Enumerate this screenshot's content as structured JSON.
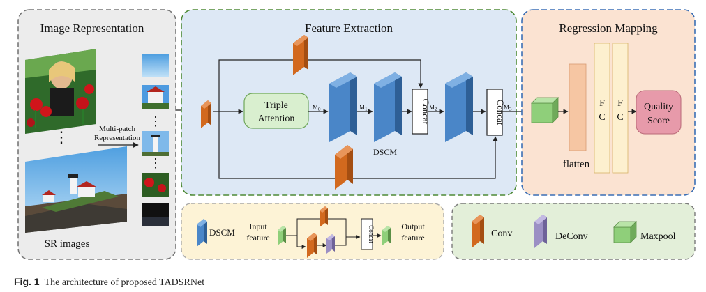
{
  "panels": {
    "image_representation": "Image Representation",
    "feature_extraction": "Feature Extraction",
    "regression_mapping": "Regression Mapping"
  },
  "image_panel": {
    "sr_images_label": "SR images",
    "multipatch_label_line1": "Multi-patch",
    "multipatch_label_line2": "Representation",
    "ellipsis": "⋮"
  },
  "feature_panel": {
    "triple_attention_line1": "Triple",
    "triple_attention_line2": "Attention",
    "dscm_label": "DSCM",
    "concat_label": "Concat",
    "m0": "M",
    "m0_sub": "0",
    "m1": "M",
    "m1_sub": "1",
    "m2": "M",
    "m2_sub": "2",
    "m3": "M",
    "m3_sub": "3"
  },
  "regression_panel": {
    "flatten_label": "flatten",
    "fc_line1": "F",
    "fc_line2": "C",
    "quality_score_line1": "Quality",
    "quality_score_line2": "Score"
  },
  "dscm_panel": {
    "dscm_label": "DSCM",
    "input_line1": "Input",
    "input_line2": "feature",
    "concat_label": "Concat",
    "output_line1": "Output",
    "output_line2": "feature"
  },
  "legend": {
    "conv": "Conv",
    "deconv": "DeConv",
    "maxpool": "Maxpool"
  },
  "caption": {
    "label": "Fig. 1",
    "text": "The architecture of proposed TADSRNet"
  },
  "colors": {
    "conv": "#d2691e",
    "deconv": "#9b8fc4",
    "maxpool": "#8fcf7a",
    "dscm": "#4a86c8",
    "feature_bg": "#dde8f5",
    "regression_bg": "#fbe3d2",
    "image_bg": "#ececec",
    "dscm_bg": "#fdf3d6",
    "legend_bg": "#e3efd9",
    "quality_score": "#e79aaa",
    "fc": "#fdf0cf",
    "flatten": "#f6c6a3",
    "triple_attention": "#d9efcf"
  }
}
